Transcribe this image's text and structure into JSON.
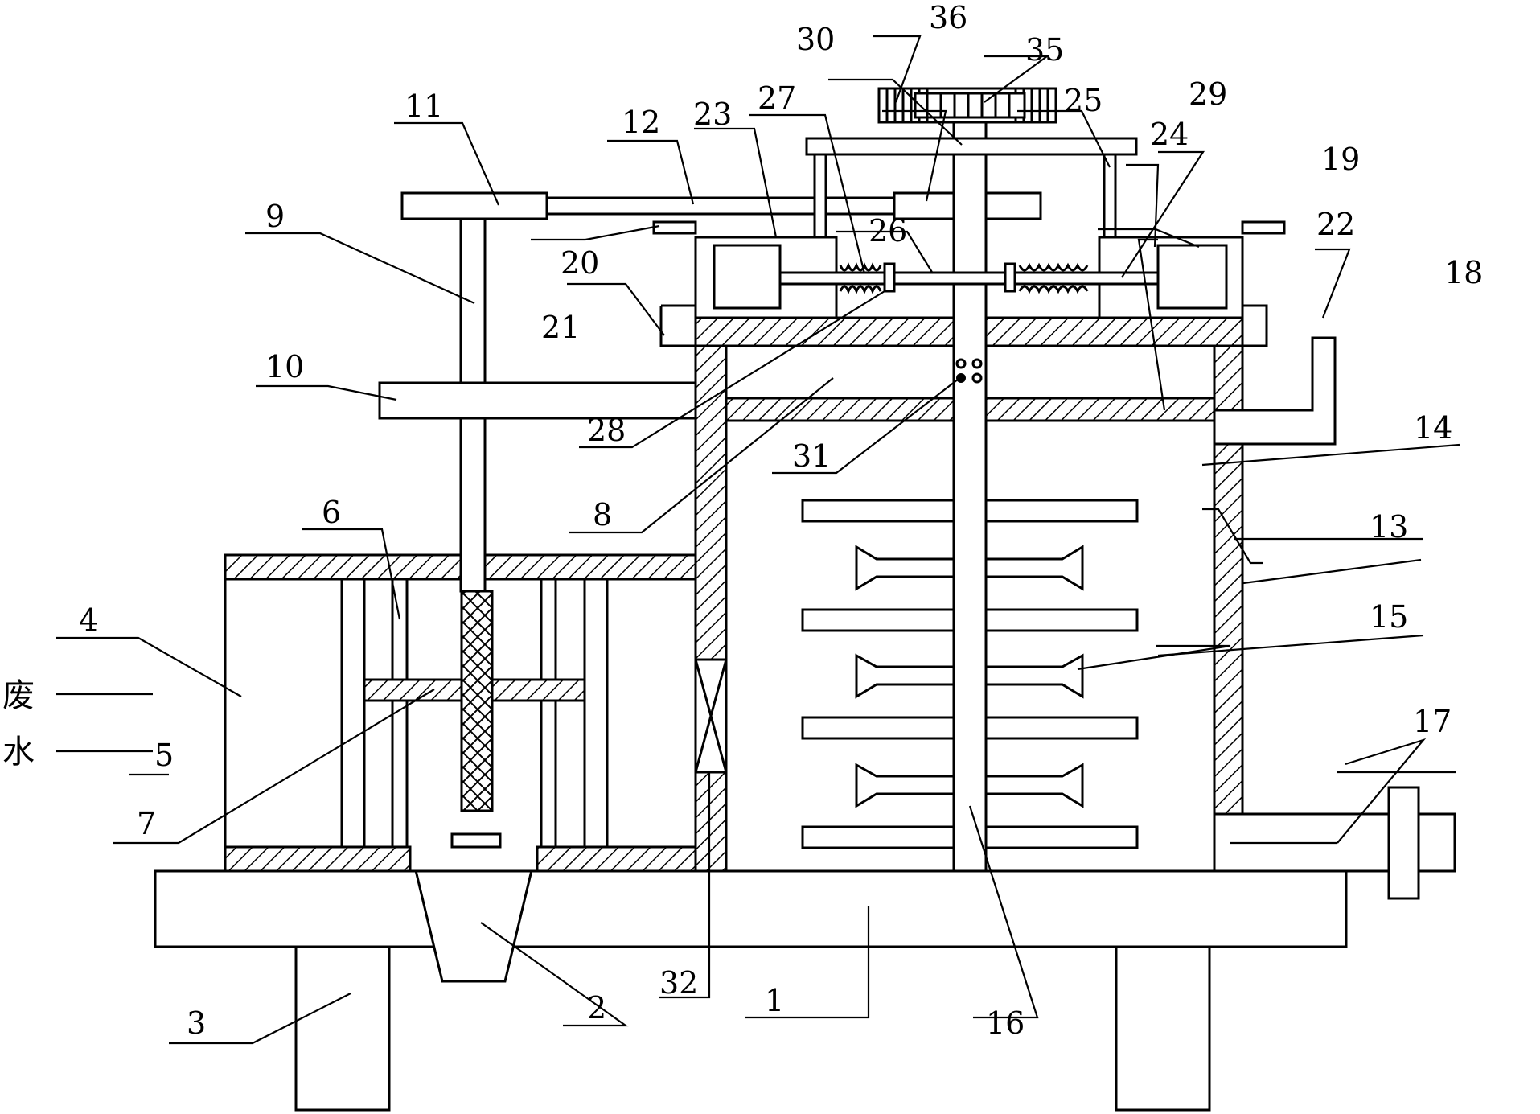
{
  "labels": [
    {
      "key": "1",
      "text": "1"
    },
    {
      "key": "2",
      "text": "2"
    },
    {
      "key": "3",
      "text": "3"
    },
    {
      "key": "4",
      "text": "4"
    },
    {
      "key": "5",
      "text": "5"
    },
    {
      "key": "6",
      "text": "6"
    },
    {
      "key": "7",
      "text": "7"
    },
    {
      "key": "8",
      "text": "8"
    },
    {
      "key": "9",
      "text": "9"
    },
    {
      "key": "10",
      "text": "10"
    },
    {
      "key": "11",
      "text": "11"
    },
    {
      "key": "12",
      "text": "12"
    },
    {
      "key": "13",
      "text": "13"
    },
    {
      "key": "14",
      "text": "14"
    },
    {
      "key": "15",
      "text": "15"
    },
    {
      "key": "16",
      "text": "16"
    },
    {
      "key": "17",
      "text": "17"
    },
    {
      "key": "18",
      "text": "18"
    },
    {
      "key": "19",
      "text": "19"
    },
    {
      "key": "20",
      "text": "20"
    },
    {
      "key": "21",
      "text": "21"
    },
    {
      "key": "22",
      "text": "22"
    },
    {
      "key": "23",
      "text": "23"
    },
    {
      "key": "24",
      "text": "24"
    },
    {
      "key": "25",
      "text": "25"
    },
    {
      "key": "26",
      "text": "26"
    },
    {
      "key": "27",
      "text": "27"
    },
    {
      "key": "28",
      "text": "28"
    },
    {
      "key": "29",
      "text": "29"
    },
    {
      "key": "30",
      "text": "30"
    },
    {
      "key": "31",
      "text": "31"
    },
    {
      "key": "32",
      "text": "32"
    },
    {
      "key": "35",
      "text": "35"
    },
    {
      "key": "36",
      "text": "36"
    }
  ],
  "inlet_text": {
    "char1": "废",
    "char2": "水"
  }
}
